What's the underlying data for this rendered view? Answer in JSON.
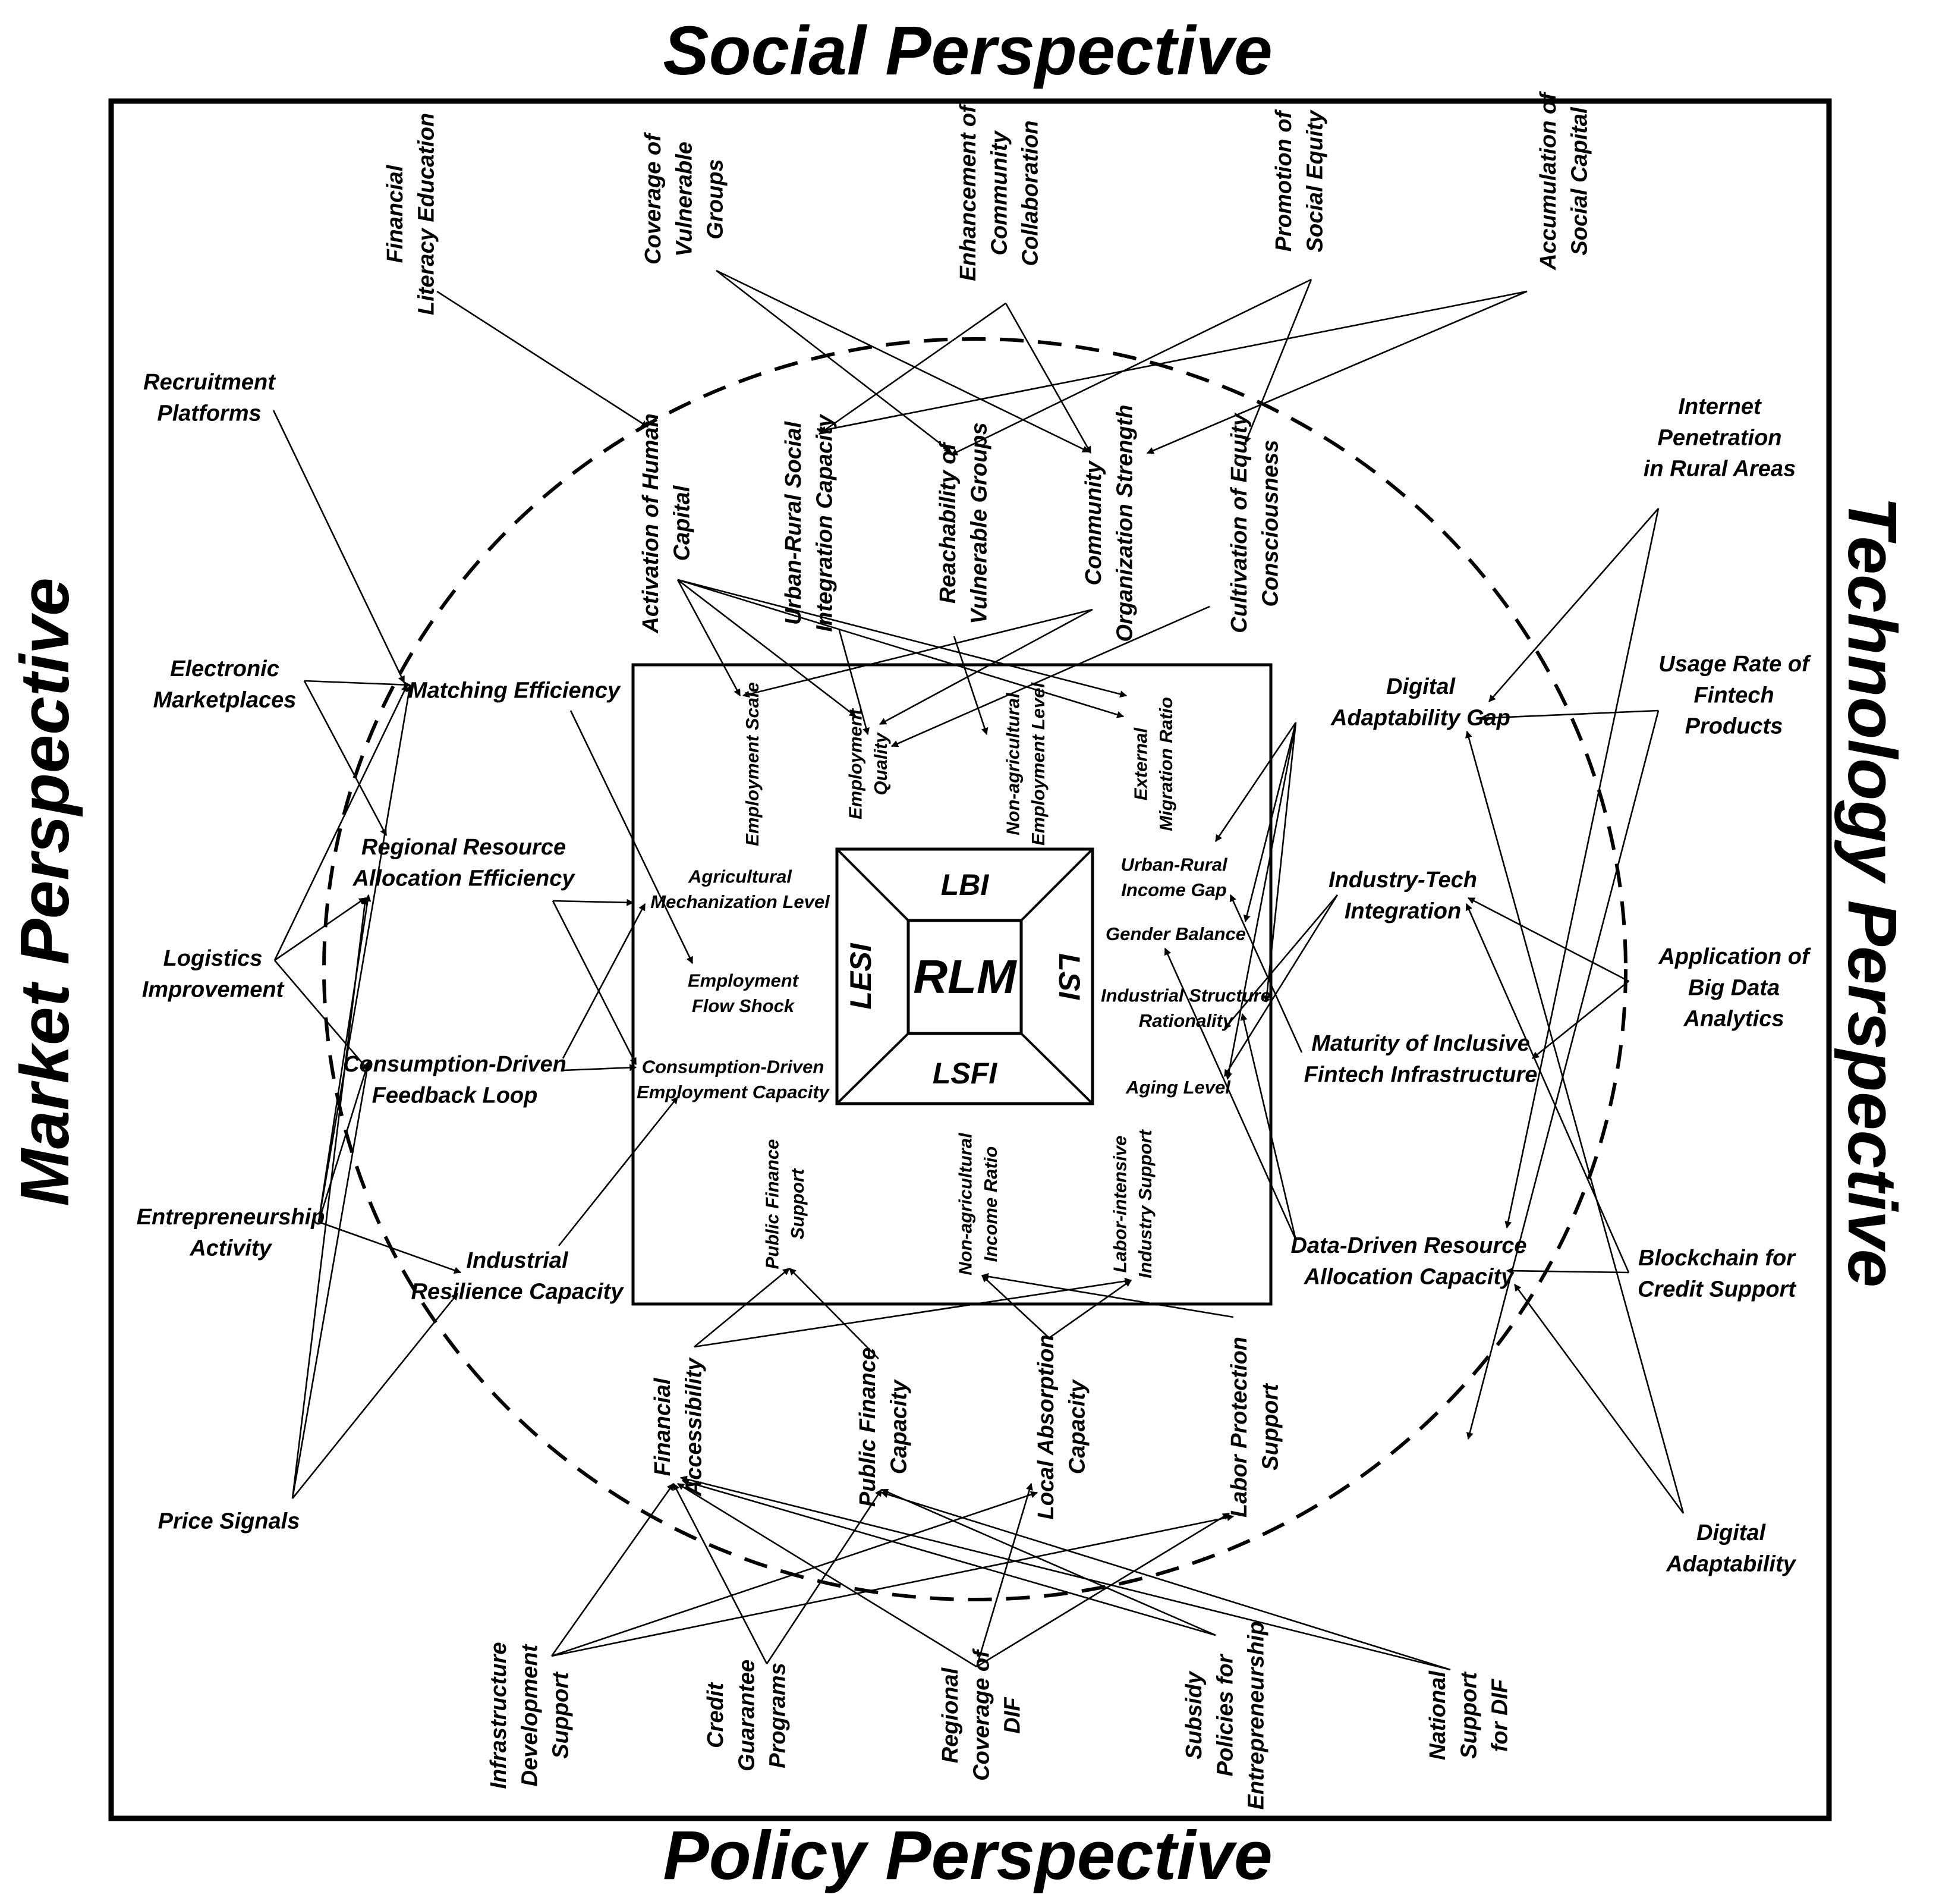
{
  "perspectives": {
    "top": "Social Perspective",
    "bottom": "Policy Perspective",
    "left": "Market Perspective",
    "right": "Technology Perspective"
  },
  "core": {
    "center": "RLM",
    "top": "LBI",
    "bottom": "LSFI",
    "left": "LESI",
    "right": "LSI"
  },
  "nodes": {
    "fin_lit": [
      "Financial",
      "Literacy Education"
    ],
    "cov_vuln": [
      "Coverage of",
      "Vulnerable",
      "Groups"
    ],
    "enh_comm": [
      "Enhancement of",
      "Community",
      "Collaboration"
    ],
    "prom_eq": [
      "Promotion of",
      "Social Equity"
    ],
    "acc_soc": [
      "Accumulation of",
      "Social Capital"
    ],
    "recruit": [
      "Recruitment",
      "Platforms"
    ],
    "emarket": [
      "Electronic",
      "Marketplaces"
    ],
    "logistics": [
      "Logistics",
      "Improvement"
    ],
    "entre": [
      "Entrepreneurship",
      "Activity"
    ],
    "price": [
      "Price Signals"
    ],
    "internet": [
      "Internet",
      "Penetration",
      "in Rural Areas"
    ],
    "fintech_use": [
      "Usage Rate of",
      "Fintech",
      "Products"
    ],
    "bigdata": [
      "Application of",
      "Big Data",
      "Analytics"
    ],
    "blockchain": [
      "Blockchain for",
      "Credit Support"
    ],
    "dig_adapt": [
      "Digital",
      "Adaptability"
    ],
    "infra": [
      "Infrastructure",
      "Development",
      "Support"
    ],
    "credit": [
      "Credit",
      "Guarantee",
      "Programs"
    ],
    "regcov": [
      "Regional",
      "Coverage of",
      "DIF"
    ],
    "subsidy": [
      "Subsidy",
      "Policies for",
      "Entrepreneurship"
    ],
    "natsup": [
      "National",
      "Support",
      "for DIF"
    ],
    "act_hc": [
      "Activation of Human",
      "Capital"
    ],
    "ur_int": [
      "Urban-Rural Social",
      "Integration Capacity"
    ],
    "reach": [
      "Reachability of",
      "Vulnerable Groups"
    ],
    "comm_org": [
      "Community",
      "Organization Strength"
    ],
    "cult_eq": [
      "Cultivation of Equity",
      "Consciousness"
    ],
    "matching": [
      "Matching Efficiency"
    ],
    "rrae": [
      "Regional Resource",
      "Allocation Efficiency"
    ],
    "cdfl": [
      "Consumption-Driven",
      "Feedback Loop"
    ],
    "ind_res": [
      "Industrial",
      "Resilience Capacity"
    ],
    "dag": [
      "Digital",
      "Adaptability Gap"
    ],
    "itint": [
      "Industry-Tech",
      "Integration"
    ],
    "mifi": [
      "Maturity of Inclusive",
      "Fintech Infrastructure"
    ],
    "ddrac": [
      "Data-Driven Resource",
      "Allocation Capacity"
    ],
    "fin_acc": [
      "Financial",
      "Accessibility"
    ],
    "pfc": [
      "Public Finance",
      "Capacity"
    ],
    "lac": [
      "Local Absorption",
      "Capacity"
    ],
    "lps": [
      "Labor Protection",
      "Support"
    ],
    "emp_scale": [
      "Employment Scale"
    ],
    "emp_qual": [
      "Employment",
      "Quality"
    ],
    "nonag_emp": [
      "Non-agricultural",
      "Employment Level"
    ],
    "ext_mig": [
      "External",
      "Migration Ratio"
    ],
    "agmech": [
      "Agricultural",
      "Mechanization Level"
    ],
    "efs": [
      "Employment",
      "Flow Shock"
    ],
    "cdec": [
      "Consumption-Driven",
      "Employment Capacity"
    ],
    "urig": [
      "Urban-Rural",
      "Income Gap"
    ],
    "gender": [
      "Gender Balance"
    ],
    "isr": [
      "Industrial Structure",
      "Rationality"
    ],
    "aging": [
      "Aging Level"
    ],
    "pfs": [
      "Public Finance",
      "Support"
    ],
    "nair": [
      "Non-agricultural",
      "Income Ratio"
    ],
    "lis": [
      "Labor-intensive",
      "Industry Support"
    ]
  }
}
